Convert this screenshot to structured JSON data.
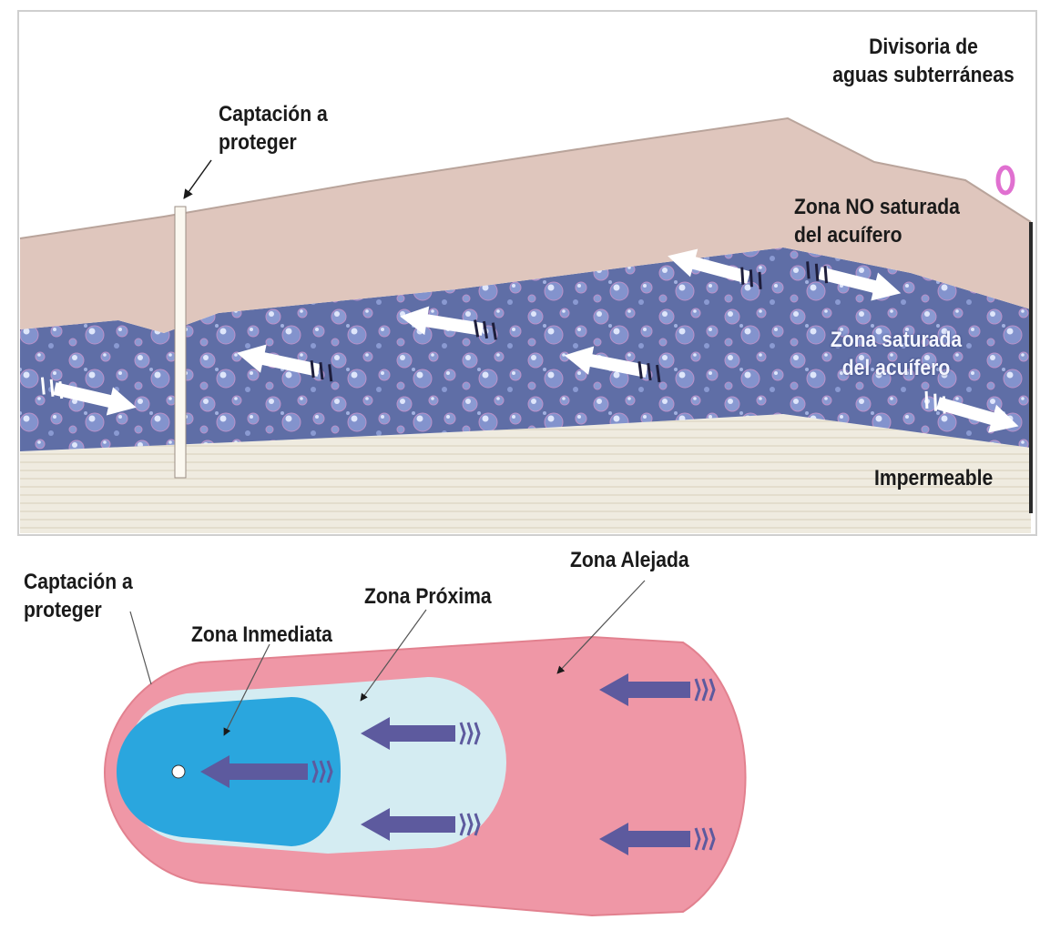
{
  "cross_section": {
    "well_label": "Captación a\nproteger",
    "divide_label": "Divisoria de\naguas subterráneas",
    "unsaturated_label": "Zona NO saturada\ndel acuífero",
    "saturated_label": "Zona saturada\ndel acuífero",
    "impermeable_label": "Impermeable"
  },
  "plan_view": {
    "well_label": "Captación a\nproteger",
    "immediate_label": "Zona Inmediata",
    "near_label": "Zona Próxima",
    "far_label": "Zona Alejada"
  },
  "colors": {
    "soil": "#dfc6bd",
    "aquifer": "#5f6ea6",
    "impermeable": "#efebe0",
    "zone_far": "#ef97a6",
    "zone_near": "#d4ecf2",
    "zone_immediate": "#2aa6de",
    "plan_arrow": "#5d5a9e",
    "flow_arrow": "#ffffff"
  }
}
